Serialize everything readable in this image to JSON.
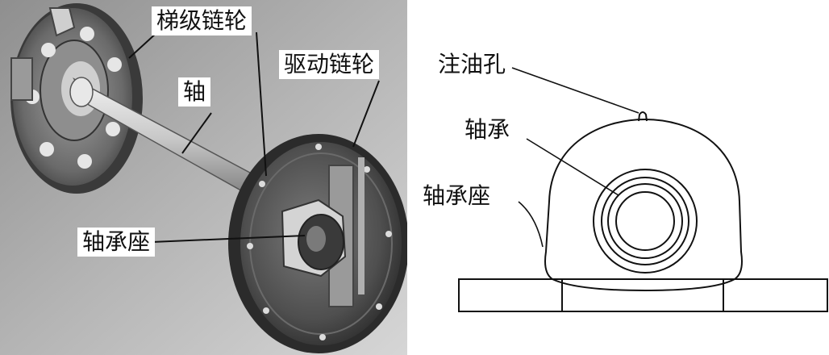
{
  "left_figure": {
    "labels": {
      "ladder_sprocket": "梯级链轮",
      "drive_sprocket": "驱动链轮",
      "shaft": "轴",
      "bearing_seat": "轴承座"
    }
  },
  "right_figure": {
    "labels": {
      "oil_hole": "注油孔",
      "bearing": "轴承",
      "bearing_seat": "轴承座"
    }
  },
  "colors": {
    "background": "#ffffff",
    "line": "#111111",
    "photo_dark": "#4a4a4a",
    "photo_light": "#d9d9d9"
  }
}
